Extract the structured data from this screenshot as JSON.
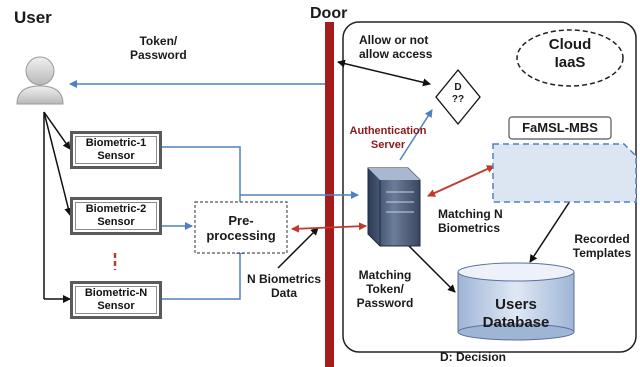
{
  "labels": {
    "user": "User",
    "door": "Door",
    "cloud": "Cloud",
    "iaas": "IaaS",
    "token_password": [
      "Token/",
      "Password"
    ],
    "allow_access": [
      "Allow or not",
      "allow access"
    ],
    "decision_diamond": [
      "D",
      "??"
    ],
    "auth_server": [
      "Authentication",
      "Server"
    ],
    "famsl": "FaMSL-MBS",
    "matching_n": [
      "Matching N",
      "Biometrics"
    ],
    "recorded_templates": [
      "Recorded",
      "Templates"
    ],
    "preprocessing": [
      "Pre-",
      "processing"
    ],
    "n_biometrics_data": [
      "N Biometrics",
      "Data"
    ],
    "matching_token": [
      "Matching",
      "Token/",
      "Password"
    ],
    "users_database": [
      "Users",
      "Database"
    ],
    "decision_legend": "D: Decision",
    "ellipsis": "!"
  },
  "sensors": [
    {
      "line1": "Biometric-1",
      "line2": "Sensor"
    },
    {
      "line1": "Biometric-2",
      "line2": "Sensor"
    },
    {
      "line1": "Biometric-N",
      "line2": "Sensor"
    }
  ],
  "colors": {
    "door": "#a51c1c",
    "blue_flow": "#4f81bd",
    "red_flow": "#c0392b",
    "auth_text": "#8b1a1a",
    "template_fill": "#dce6f2"
  }
}
